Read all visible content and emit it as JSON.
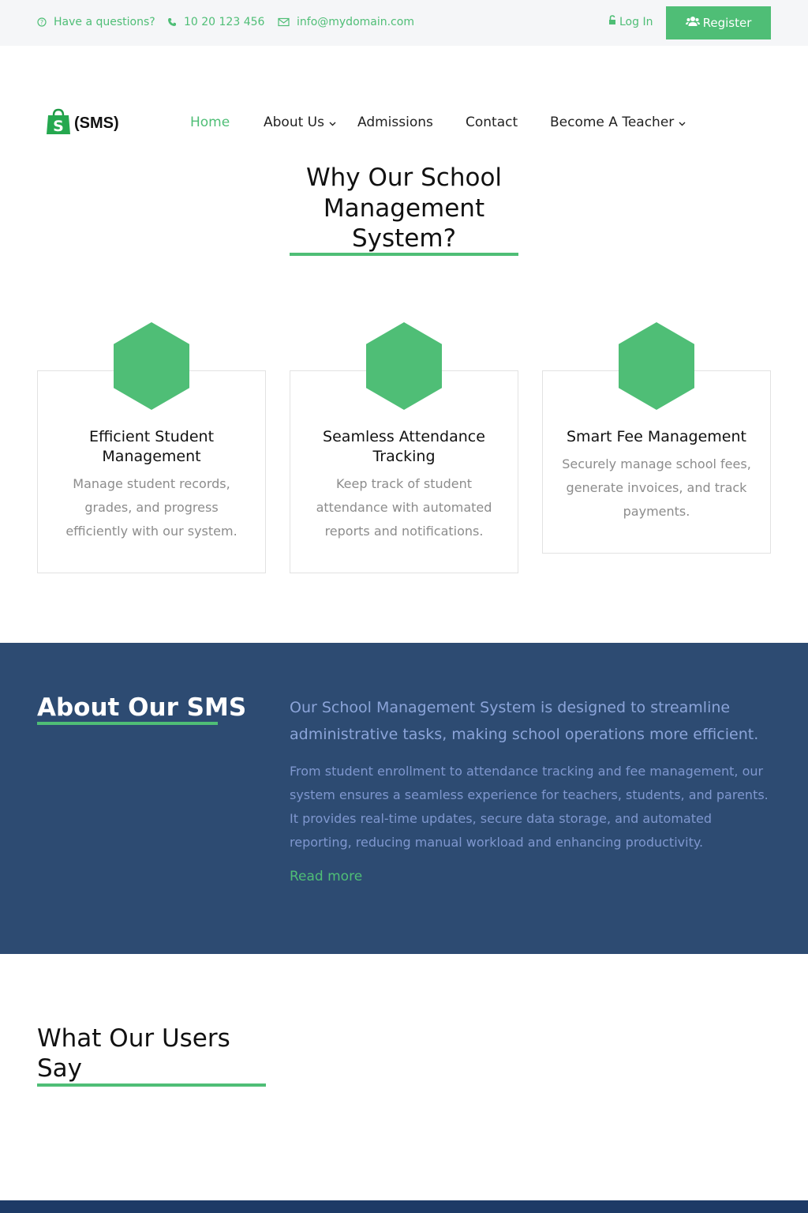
{
  "topbar": {
    "question": "Have a questions?",
    "phone": "10 20 123 456",
    "email": "info@mydomain.com",
    "login": "Log In",
    "register": "Register"
  },
  "logo": {
    "text": "(SMS)",
    "badge": "S"
  },
  "nav": {
    "home": "Home",
    "about": "About Us",
    "admissions": "Admissions",
    "contact": "Contact",
    "teacher": "Become A Teacher"
  },
  "why": {
    "title": "Why Our School Management System?",
    "cards": [
      {
        "title": "Efficient Student Management",
        "desc": "Manage student records, grades, and progress efficiently with our system."
      },
      {
        "title": "Seamless Attendance Tracking",
        "desc": "Keep track of student attendance with automated reports and notifications."
      },
      {
        "title": "Smart Fee Management",
        "desc": "Securely manage school fees, generate invoices, and track payments."
      }
    ]
  },
  "about": {
    "title": "About Our SMS",
    "lead": "Our School Management System is designed to streamline administrative tasks, making school operations more efficient.",
    "body": "From student enrollment to attendance tracking and fee management, our system ensures a seamless experience for teachers, students, and parents. It provides real-time updates, secure data storage, and automated reporting, reducing manual workload and enhancing productivity.",
    "read_more": "Read more"
  },
  "users": {
    "title": "What Our Users Say"
  },
  "colors": {
    "accent": "#4fbe76",
    "about_bg": "#2d4b72",
    "topbar_bg": "#f5f6f8"
  }
}
